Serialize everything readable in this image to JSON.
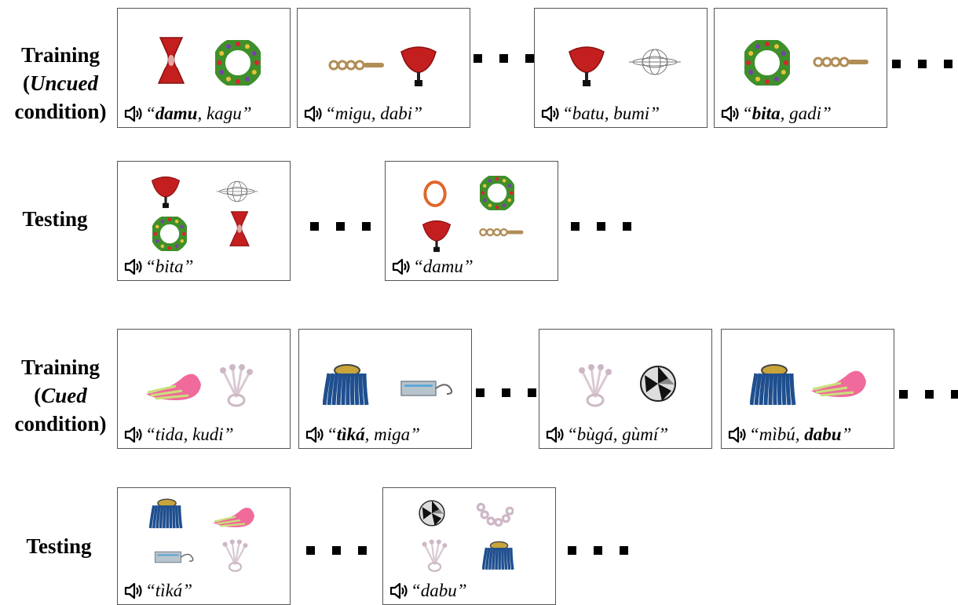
{
  "rows": [
    {
      "label_lines": [
        "Training",
        "(",
        "Uncued",
        "condition)"
      ]
    },
    {
      "label": "Testing"
    },
    {
      "label_lines": [
        "Training",
        "(",
        "Cued",
        "condition)"
      ]
    },
    {
      "label": "Testing"
    }
  ],
  "uncued_training": [
    {
      "w1": "damu",
      "w2": "kagu",
      "bold": 1,
      "objects": [
        "red-hourglass",
        "green-donut"
      ]
    },
    {
      "w1": "migu",
      "w2": "dabi",
      "bold": 0,
      "objects": [
        "tan-chain",
        "red-fan"
      ]
    },
    {
      "w1": "batu",
      "w2": "bumi",
      "bold": 0,
      "objects": [
        "red-fan",
        "wire-sphere"
      ]
    },
    {
      "w1": "bita",
      "w2": "gadi",
      "bold": 1,
      "objects": [
        "green-donut",
        "tan-chain"
      ]
    }
  ],
  "uncued_testing": [
    {
      "word": "bita",
      "objects": [
        "red-fan",
        "wire-sphere",
        "green-donut",
        "red-hourglass"
      ]
    },
    {
      "word": "damu",
      "objects": [
        "orange-ring",
        "green-donut",
        "red-fan",
        "tan-chain"
      ]
    }
  ],
  "cued_training": [
    {
      "w1": "tida",
      "w2": "kudi",
      "bold": 0,
      "objects": [
        "pink-wing",
        "lilac-branches"
      ]
    },
    {
      "w1": "tìká",
      "w2": "miga",
      "bold": 1,
      "objects": [
        "blue-mop",
        "silver-usb"
      ]
    },
    {
      "w1": "bùgá",
      "w2": "gùmí",
      "bold": 0,
      "objects": [
        "lilac-branches",
        "bw-sphere"
      ]
    },
    {
      "w1": "mìbú",
      "w2": "dabu",
      "bold": 2,
      "objects": [
        "blue-mop",
        "pink-wing"
      ]
    }
  ],
  "cued_testing": [
    {
      "word": "tìká",
      "objects": [
        "blue-mop",
        "pink-wing",
        "silver-usb",
        "lilac-branches"
      ]
    },
    {
      "word": "dabu",
      "objects": [
        "bw-sphere",
        "lilac-beads",
        "lilac-branches",
        "blue-mop"
      ]
    }
  ],
  "icons": {
    "speaker": "speaker-icon",
    "ellipsis": "ellipsis-dots"
  },
  "colors": {
    "red": "#c41f1f",
    "green": "#3f8f2a",
    "tan": "#b08d57",
    "orange": "#e0672a",
    "pink": "#f06a9c",
    "lilac": "#d9c9d3",
    "blue": "#1f4f8f",
    "border": "#555555"
  }
}
